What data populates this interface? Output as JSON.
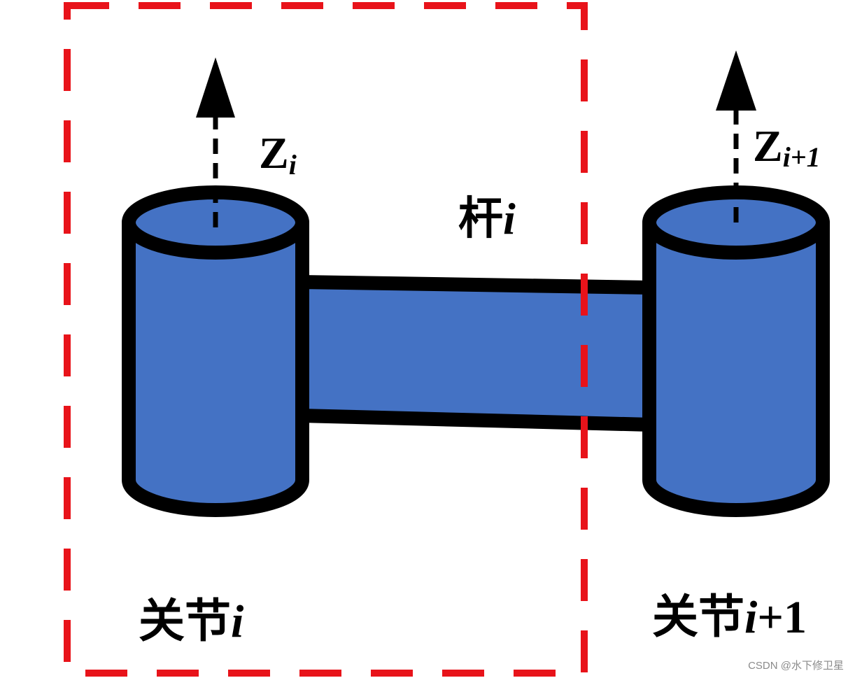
{
  "diagram": {
    "colors": {
      "body_fill": "#4472C4",
      "outline": "#000000",
      "frame": "#E8131A",
      "text": "#000000"
    },
    "labels": {
      "axis_i": {
        "base": "Z",
        "sub": "i"
      },
      "axis_i1": {
        "base": "Z",
        "sub": "i+1"
      },
      "link": {
        "text": "杆",
        "var": "i"
      },
      "joint_i": {
        "text": "关节",
        "var": "i"
      },
      "joint_i1": {
        "text": "关节",
        "var": "i",
        "suffix": "+1"
      }
    }
  },
  "watermark": "CSDN @水下修卫星"
}
